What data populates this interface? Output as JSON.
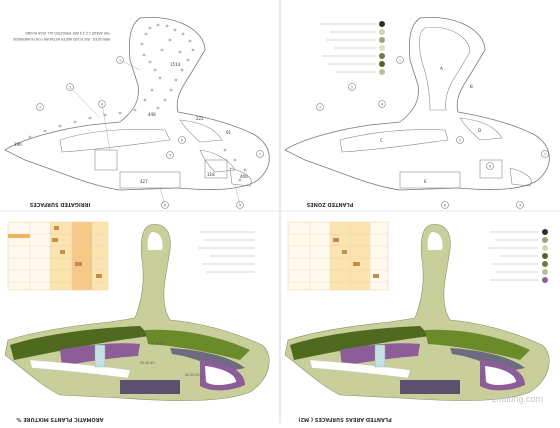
{
  "colors": {
    "background": "#ffffff",
    "line": "#7a7a7a",
    "dark_green": "#4f6a1f",
    "olive": "#c9cf9a",
    "light_green": "#dfe3bd",
    "purple": "#8d5d9a",
    "grey_purple": "#6e6a80",
    "pink": "#e7c4cc",
    "yellow": "#f7e7a6",
    "orange": "#f2b25e"
  },
  "panels": {
    "top_left": {
      "title": "IRRIGATED SURFACES",
      "note_line_1": "IRRIGATED - RECYCLED WATER NETWORK FOR FLOWERBEDS",
      "note_line_2": "THE AREAS 1,2,3,4 ARE IRRIGATED ALL YEAR ROUND",
      "area_labels": [
        "1514",
        "448",
        "222",
        "61",
        "118",
        "427",
        "400",
        "190"
      ],
      "callouts": [
        "1",
        "2",
        "3",
        "4",
        "5",
        "6",
        "7",
        "8",
        "9"
      ]
    },
    "top_right": {
      "title": "PLANTED ZONES",
      "callouts": [
        "1",
        "2",
        "3",
        "4",
        "5",
        "6",
        "7",
        "8",
        "9"
      ],
      "area_labels": [
        "A",
        "B",
        "C",
        "D",
        "E"
      ]
    },
    "bottom_left": {
      "title": "AROMATIC PLANTS MIXTURE %",
      "icon_names": [
        "swatch-icon"
      ]
    },
    "bottom_right": {
      "title": "PLANTED AREAS SURFACES ( M2)"
    }
  },
  "icons": {
    "north_arrow": "arrow-icon",
    "watermark": "zhulong.com"
  }
}
